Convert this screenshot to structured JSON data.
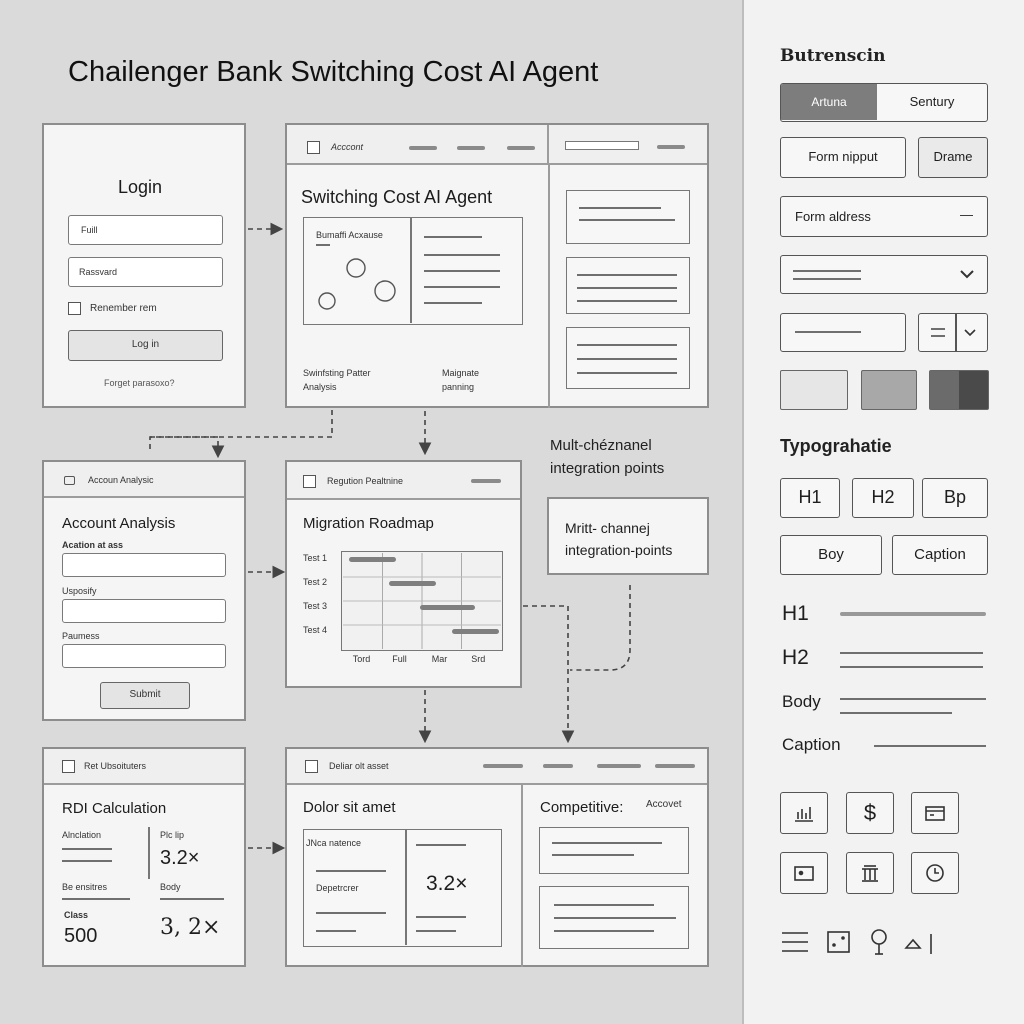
{
  "title": "Chailenger Bank Switching Cost AI Agent",
  "login": {
    "heading": "Login",
    "full_placeholder": "Fuill",
    "password_placeholder": "Rassvard",
    "remember": "Renember rem",
    "login_button": "Log in",
    "forgot": "Forget parasoxo?"
  },
  "switching": {
    "header_label": "Acccont",
    "title": "Switching Cost AI Agent",
    "inner_label": "Bumaffi Acxause",
    "caption_left": "Swinfsting Patter Analysis",
    "caption_right": "Maignate panning"
  },
  "account_analysis": {
    "header_label": "Accoun Analysic",
    "title": "Account Analysis",
    "field1_label": "Acation at ass",
    "field2_label": "Usposify",
    "field3_label": "Paumess",
    "submit": "Submit"
  },
  "migration": {
    "header_label": "Regution Pealtnine",
    "title": "Migration Roadmap",
    "rows": [
      "Test 1",
      "Test 2",
      "Test 3",
      "Test 4"
    ],
    "cols": [
      "Tord",
      "Full",
      "Mar",
      "Srd"
    ],
    "bars": [
      {
        "row": 0,
        "start": 0.0,
        "end": 0.3
      },
      {
        "row": 1,
        "start": 0.25,
        "end": 0.55
      },
      {
        "row": 2,
        "start": 0.45,
        "end": 0.8
      },
      {
        "row": 3,
        "start": 0.65,
        "end": 0.95
      }
    ]
  },
  "multichannel": {
    "annotation": "Mult-chéznanel integration points",
    "box_text": "Mritt- channej integration-points"
  },
  "roi": {
    "header_label": "Ret Ubsoituters",
    "title": "RDI Calculation",
    "col1_label": "Alnclation",
    "col2_label": "Plc lip",
    "col2_value": "3.2×",
    "row2_label1": "Be ensitres",
    "row2_label2": "Body",
    "row3_label1": "Class",
    "row3_value1": "500",
    "row3_value2": "3, 2×"
  },
  "dolor": {
    "header_label": "Deliar olt asset",
    "title": "Dolor sit amet",
    "inner_label1": "JNca natence",
    "inner_label2": "Depetrcrer",
    "inner_value": "3.2×",
    "competitive_title": "Competitive:",
    "competitive_label": "Accovet"
  },
  "panel": {
    "buttons_heading": "Butrenscin",
    "seg_active": "Artuna",
    "seg_inactive": "Sentury",
    "form_input": "Form nipput",
    "drame": "Drame",
    "form_address": "Form aldress",
    "form_address_icon": "—",
    "colors": [
      "#e6e6e6",
      "#a8a8a8",
      "#6b6b6b",
      "#4a4a4a"
    ],
    "typography_heading": "Typograhatie",
    "type_buttons": [
      "H1",
      "H2",
      "Bp",
      "Boy",
      "Caption"
    ],
    "type_samples": [
      "H1",
      "H2",
      "Body",
      "Caption"
    ],
    "icons_row1": [
      "bar-chart-icon",
      "dollar-icon",
      "card-icon"
    ],
    "icons_row2": [
      "wallet-icon",
      "bank-icon",
      "clock-icon"
    ],
    "icons_row3": [
      "menu-icon",
      "dice-icon",
      "pin-icon",
      "triangle-icon"
    ]
  }
}
